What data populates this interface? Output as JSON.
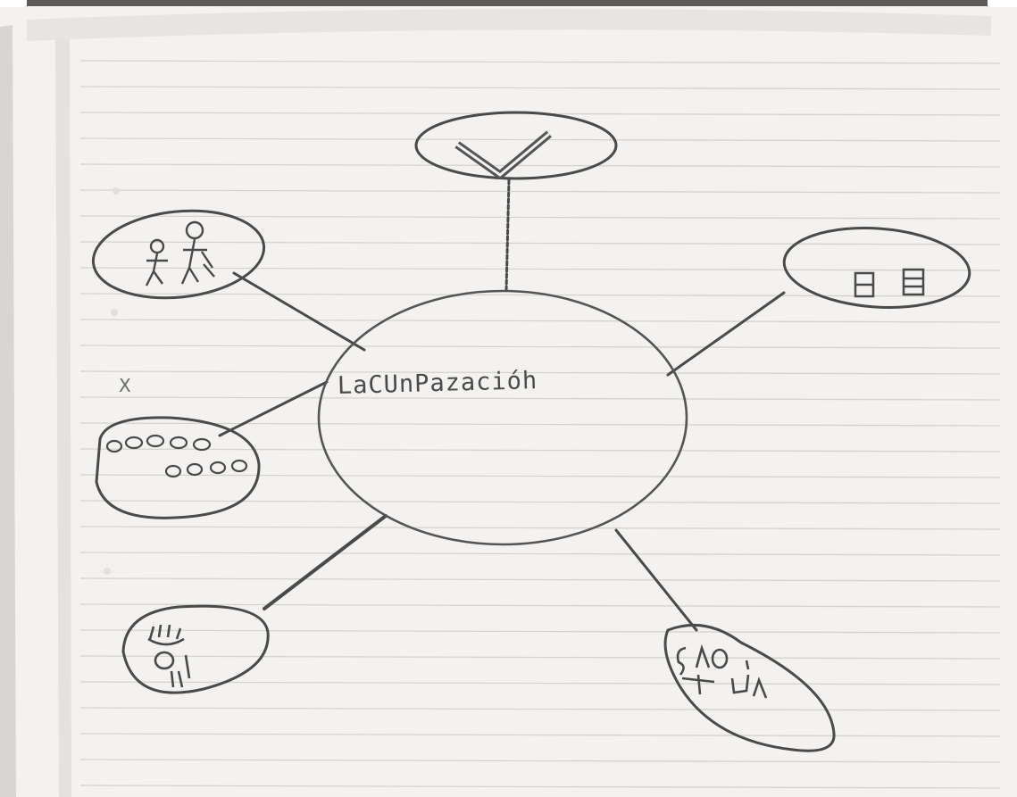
{
  "photo": {
    "subject": "notebook-mind-map-drawing",
    "paper_color": "#f2f1ef",
    "ink_color": "#4a4a4a",
    "pencil_color": "#777777"
  },
  "mind_map": {
    "center": {
      "text": "LaCUnPazacióh"
    },
    "side_note": {
      "text": "X"
    },
    "branches": [
      {
        "name": "top",
        "icon": "v-letter-icon"
      },
      {
        "name": "upper-left",
        "icon": "people-icon"
      },
      {
        "name": "upper-right",
        "icon": "boxes-icon"
      },
      {
        "name": "left",
        "icon": "chain-icon"
      },
      {
        "name": "lower-left",
        "icon": "hands-icon"
      },
      {
        "name": "lower-right",
        "icon": "handwritten-words-icon"
      }
    ]
  }
}
